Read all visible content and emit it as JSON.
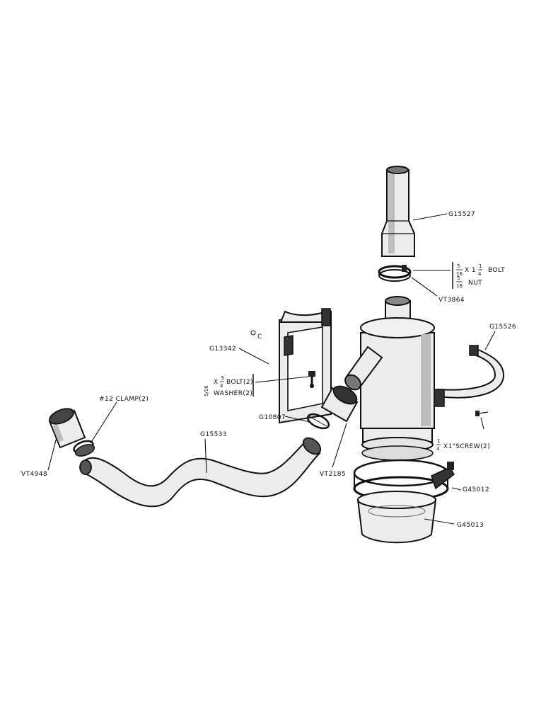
{
  "labels": {
    "air_cleaner_cap": "G15527",
    "bolt_note": "X 1",
    "bolt_word": "BOLT",
    "bolt_frac_a_num": "5",
    "bolt_frac_a_den": "16",
    "bolt_frac_b_num": "1",
    "bolt_frac_b_den": "4",
    "nut_frac_num": "5",
    "nut_frac_den": "16",
    "nut_word": "NUT",
    "cap_clamp": "VT3864",
    "mount_band": "G15526",
    "bracket": "G13342",
    "bracket_mark": "C",
    "bracket_bolt": "BOLT(2)",
    "bracket_washer": "WASHER(2)",
    "bracket_bolt_frac_num": "3",
    "bracket_bolt_frac_den": "4",
    "bracket_bolt_x": "X",
    "screw_frac_num": "1",
    "screw_frac_den": "4",
    "screw": "X1\"SCREW(2)",
    "hose_clamp": "#12 CLAMP(2)",
    "gasket": "G10807",
    "hose": "G15533",
    "sleeve_left": "VT4948",
    "sleeve_right": "VT2185",
    "bowl_clamp": "G45012",
    "oil_cup": "G45013"
  }
}
